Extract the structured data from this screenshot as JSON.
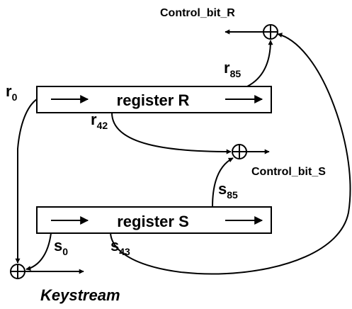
{
  "registers": {
    "r": {
      "label": "register R"
    },
    "s": {
      "label": "register S"
    }
  },
  "taps": {
    "r0": {
      "base": "r",
      "sub": "0"
    },
    "r42": {
      "base": "r",
      "sub": "42"
    },
    "r85": {
      "base": "r",
      "sub": "85"
    },
    "s0": {
      "base": "s",
      "sub": "0"
    },
    "s43": {
      "base": "s",
      "sub": "43"
    },
    "s85": {
      "base": "s",
      "sub": "85"
    }
  },
  "outputs": {
    "control_bit_r": "Control_bit_R",
    "control_bit_s": "Control_bit_S",
    "keystream": "Keystream"
  }
}
